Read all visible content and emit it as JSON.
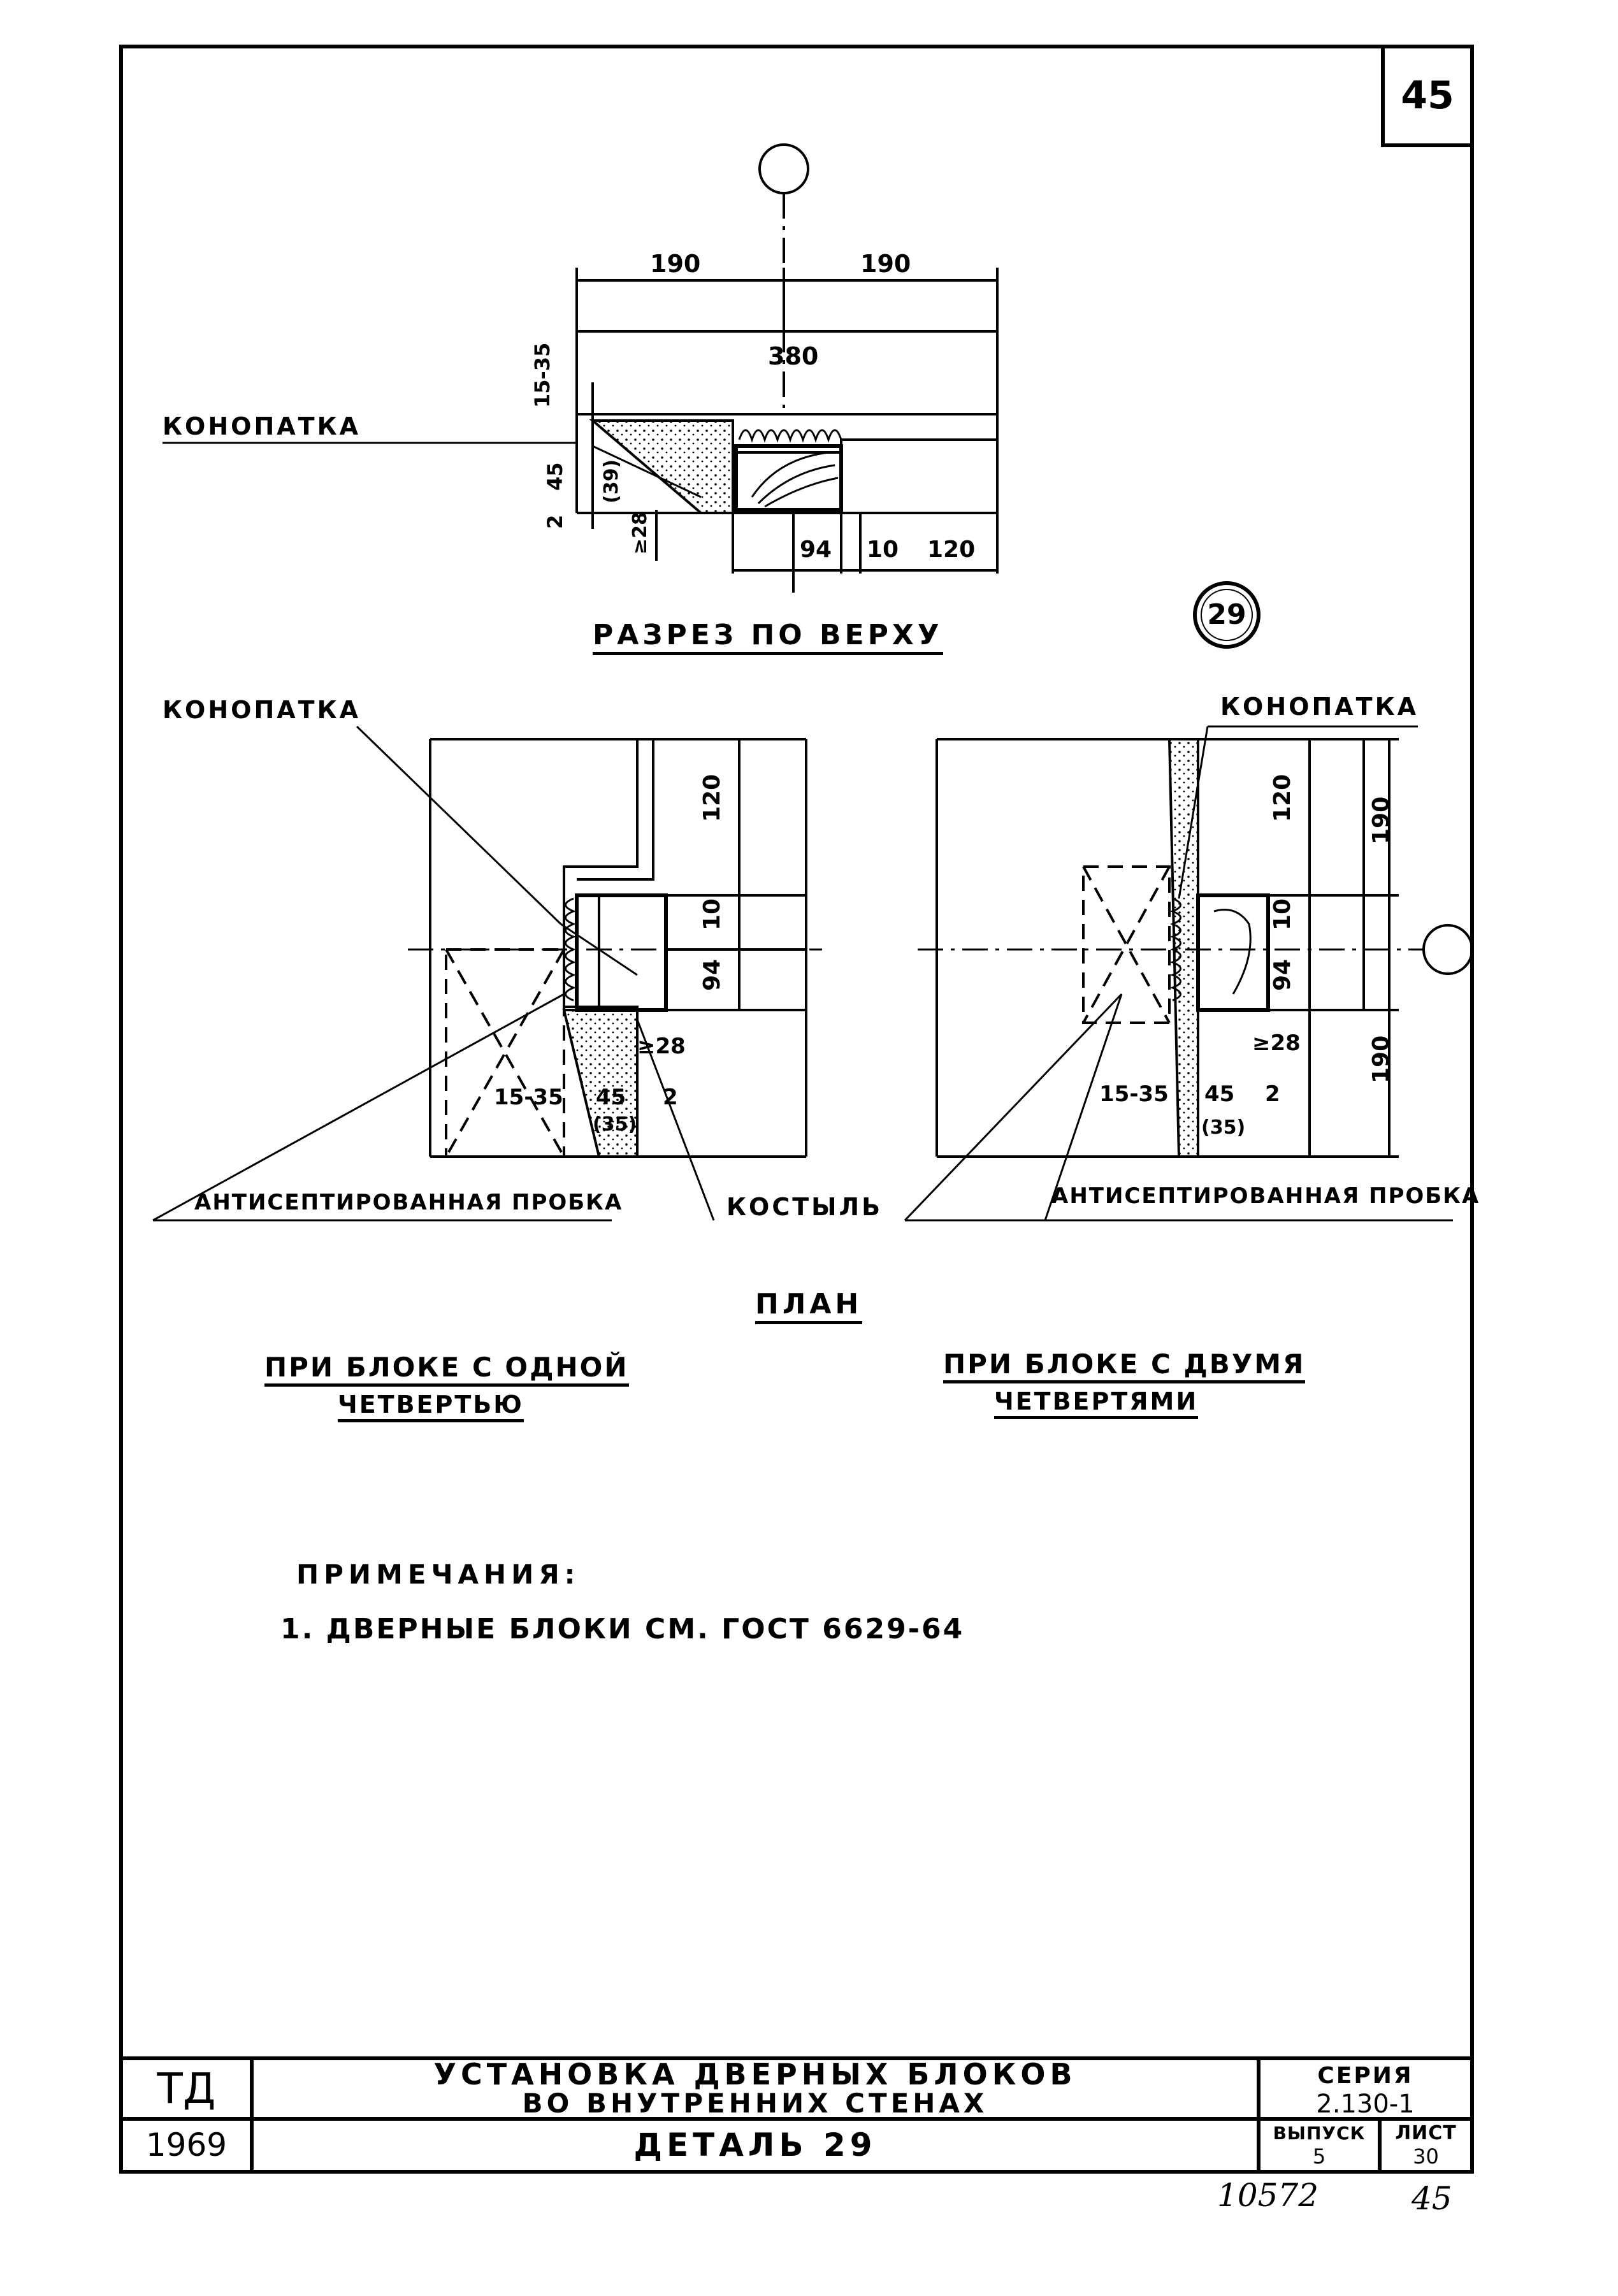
{
  "sheet_number": "45",
  "detail_marker": "29",
  "section": {
    "title": "РАЗРЕЗ ПО ВЕРХУ",
    "label_caulk": "КОНОПАТКА",
    "dims": {
      "top_left": "190",
      "top_right": "190",
      "total": "380",
      "gap": "15-35",
      "v45": "45",
      "v2": "2",
      "v39": "(39)",
      "v28": "≥28",
      "b94": "94",
      "b10": "10",
      "b120": "120"
    }
  },
  "plan": {
    "title": "ПЛАН",
    "left_caption_1": "ПРИ БЛОКЕ С ОДНОЙ",
    "left_caption_2": "ЧЕТВЕРТЬЮ",
    "right_caption_1": "ПРИ БЛОКЕ С ДВУМЯ",
    "right_caption_2": "ЧЕТВЕРТЯМИ",
    "label_caulk_left": "КОНОПАТКА",
    "label_caulk_right": "КОНОПАТКА",
    "label_plug_left": "АНТИСЕПТИРОВАННАЯ ПРОБКА",
    "label_plug_right": "АНТИСЕПТИРОВАННАЯ ПРОБКА",
    "label_spike": "КОСТЫЛЬ",
    "left_dims": {
      "d120": "120",
      "d10": "10",
      "d94": "94",
      "d28": "≥28",
      "d1535": "15-35",
      "d45": "45",
      "d35": "(35)",
      "d2": "2"
    },
    "right_dims": {
      "d120": "120",
      "d10": "10",
      "d94": "94",
      "d190a": "190",
      "d190b": "190",
      "d28": "≥28",
      "d1535": "15-35",
      "d45": "45",
      "d35": "(35)",
      "d2": "2"
    }
  },
  "notes": {
    "heading": "ПРИМЕЧАНИЯ:",
    "item_1": "1. ДВЕРНЫЕ БЛОКИ СМ. ГОСТ 6629-64"
  },
  "title_block": {
    "org": "ТД",
    "year": "1969",
    "title_1": "УСТАНОВКА ДВЕРНЫХ БЛОКОВ",
    "title_2": "ВО ВНУТРЕННИХ СТЕНАХ",
    "subtitle": "ДЕТАЛЬ 29",
    "series_label": "СЕРИЯ",
    "series_value": "2.130-1",
    "issue_label": "ВЫПУСК",
    "issue_value": "5",
    "sheet_label": "ЛИСТ",
    "sheet_value": "30"
  },
  "footer": {
    "archive_number": "10572",
    "page_number": "45"
  }
}
